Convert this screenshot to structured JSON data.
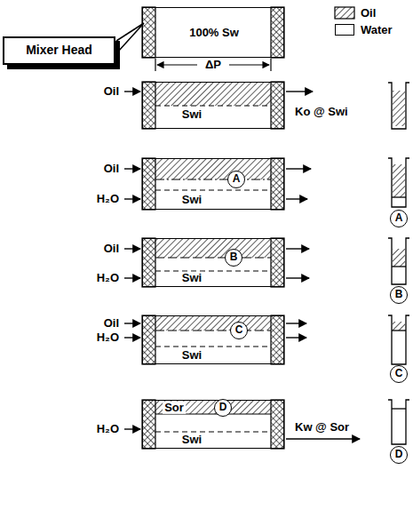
{
  "diagram": {
    "nodes": [
      {
        "text": [
          "Mixer Head"
        ]
      },
      {
        "text": [
          "100% Sw"
        ]
      },
      {
        "text": [
          "Swi"
        ]
      },
      {
        "text": [
          "Swi"
        ]
      },
      {
        "text": [
          "A"
        ],
        "in": 3
      },
      {
        "text": [
          "Swi"
        ]
      },
      {
        "text": [
          "B"
        ],
        "in": 5
      },
      {
        "text": [
          "Swi"
        ]
      },
      {
        "text": [
          "C"
        ],
        "in": 7
      },
      {
        "text": [
          "Sor",
          "Swi"
        ]
      },
      {
        "text": [
          "D"
        ],
        "in": 9
      },
      {
        "text": [
          "A"
        ]
      },
      {
        "text": [
          "B"
        ]
      },
      {
        "text": [
          "C"
        ]
      },
      {
        "text": [
          "D"
        ]
      }
    ],
    "labels": [
      "ΔP",
      "Oil",
      "Ko @ Swi",
      "Oil",
      "H₂O",
      "Oil",
      "H₂O",
      "Oil",
      "H₂O",
      "H₂O",
      "Kw @ Sor"
    ],
    "legend": [
      {
        "text": "Oil"
      },
      {
        "text": "Water",
        "color": "#ffffff"
      }
    ]
  }
}
